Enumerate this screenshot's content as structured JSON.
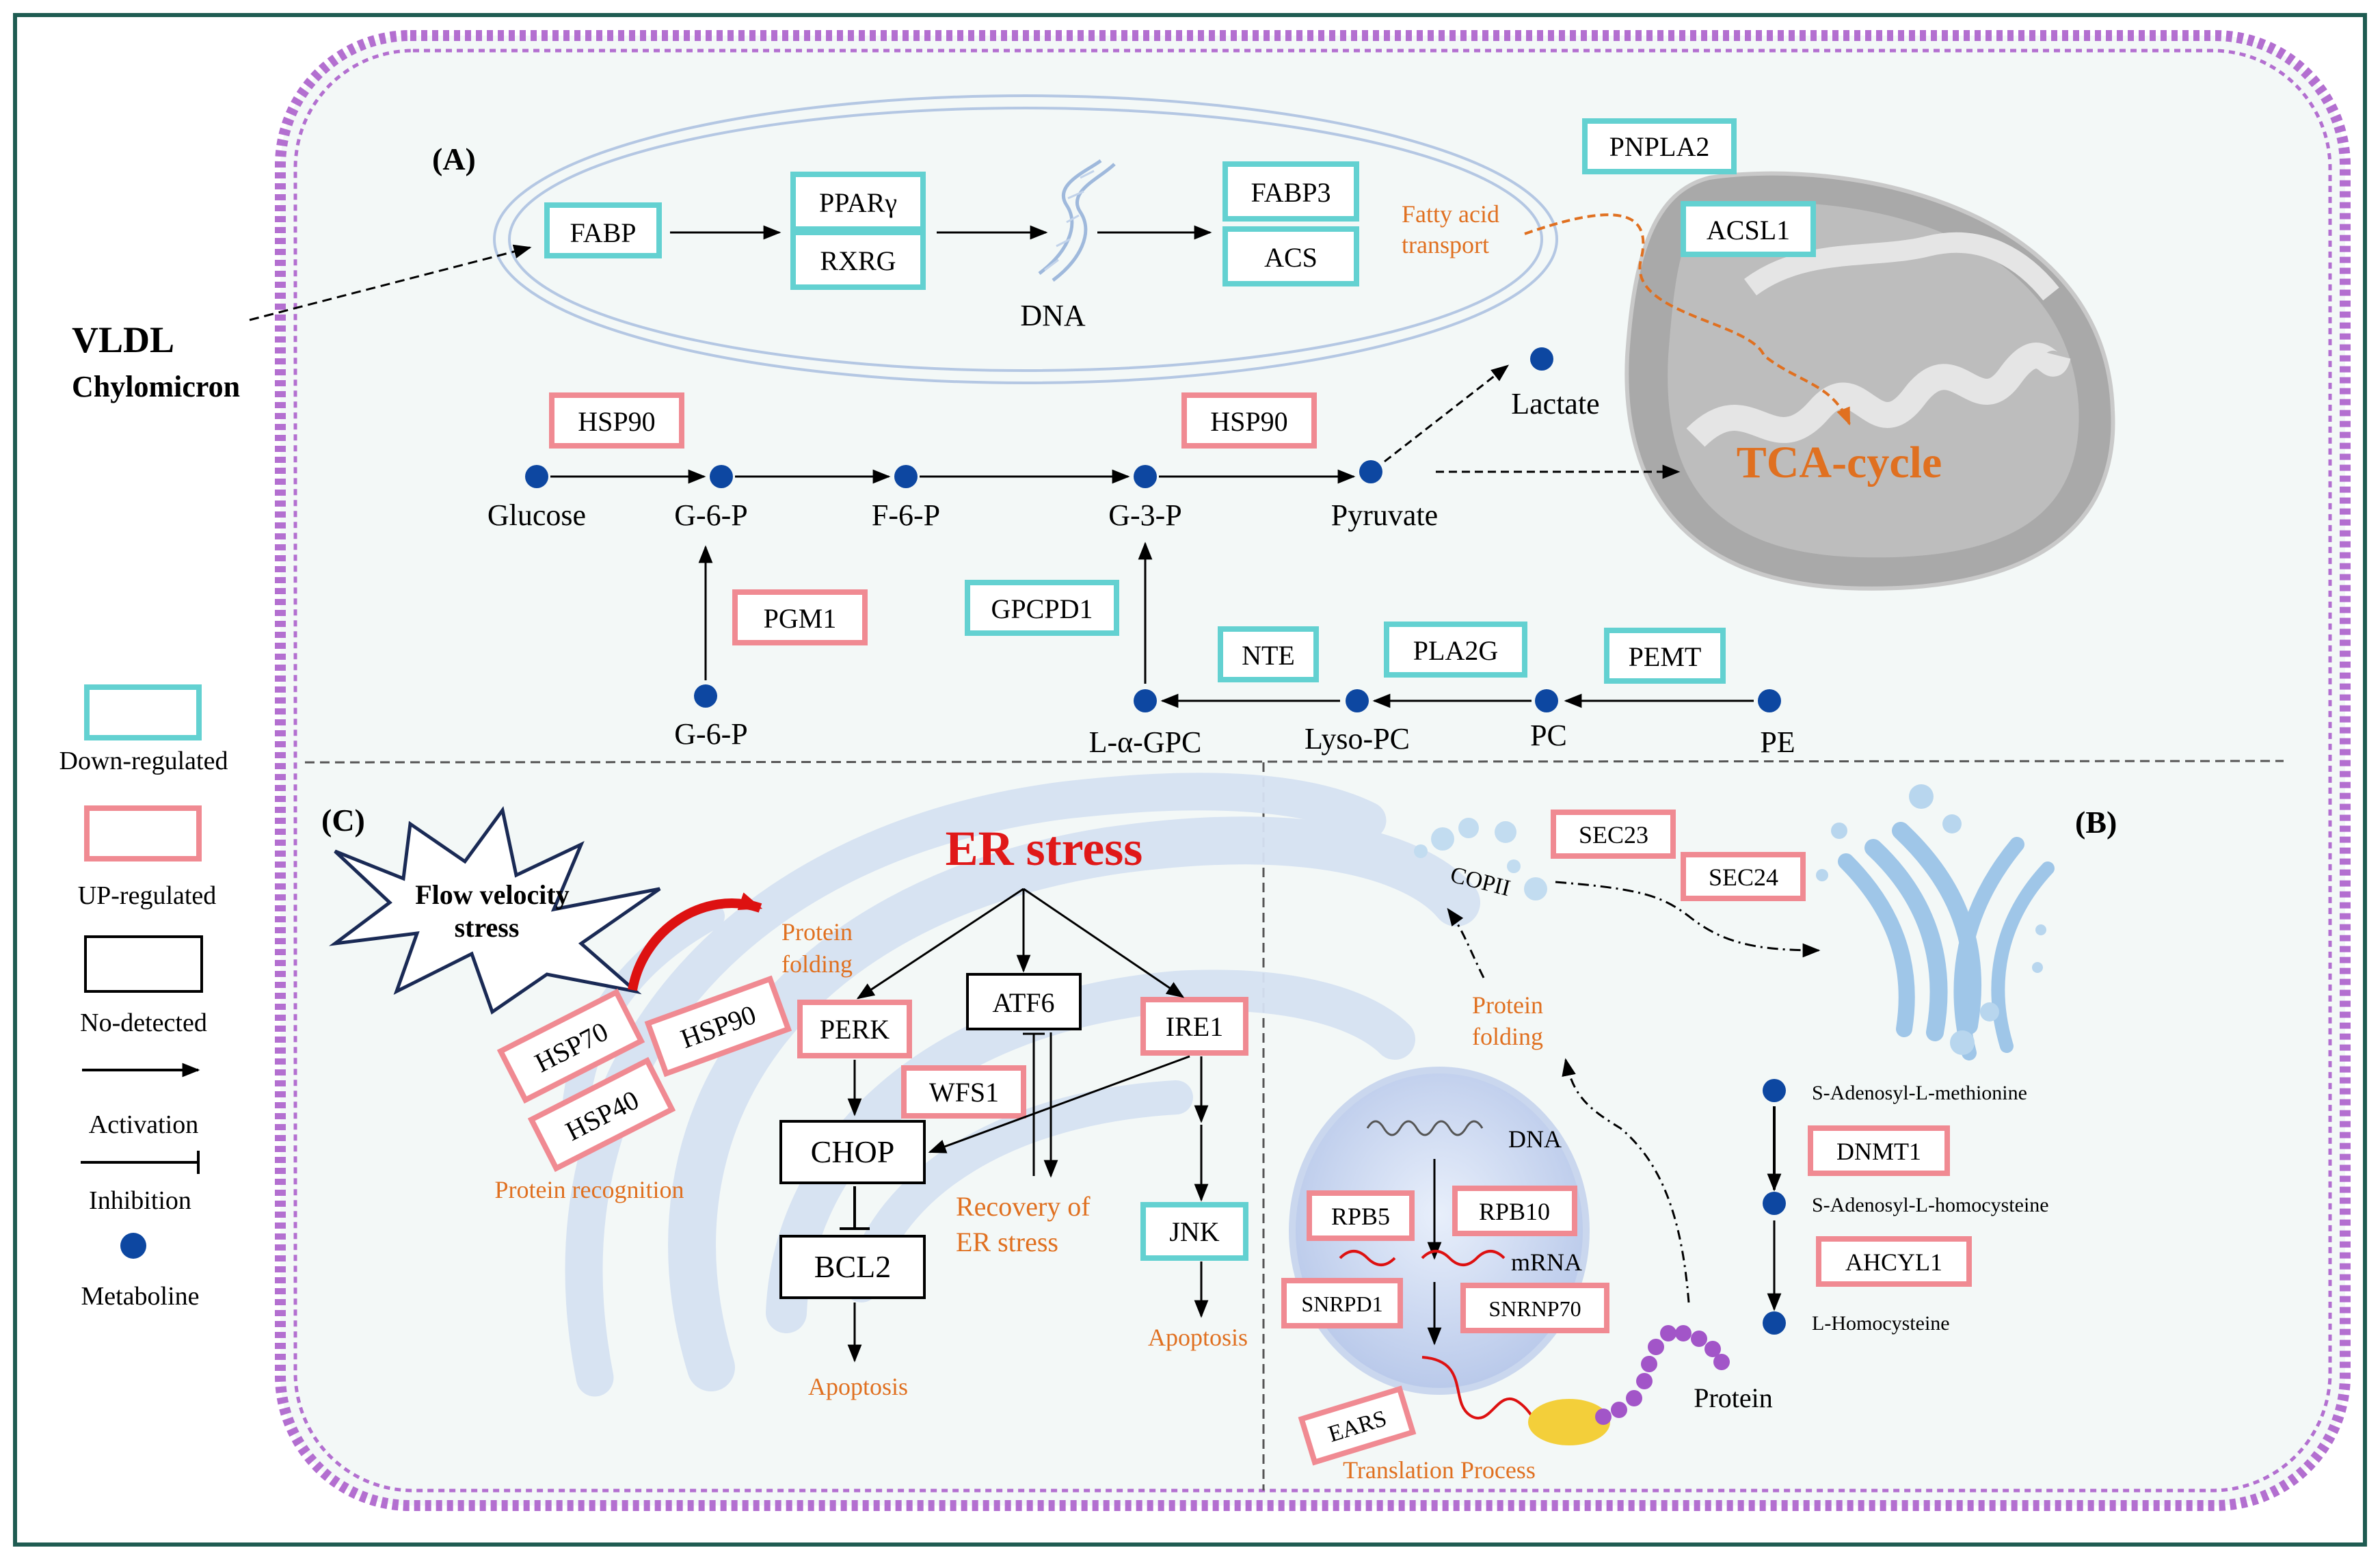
{
  "colors": {
    "frame": "#1f5c52",
    "membrane": "#b36fd0",
    "background": "#f3f8f7",
    "down": "#63d1d1",
    "up": "#f08a92",
    "metabolite": "#0d47a1",
    "orange": "#e07020",
    "red": "#e01818"
  },
  "section_labels": {
    "a": "(A)",
    "b": "(B)",
    "c": "(C)"
  },
  "inputs": {
    "vldl": "VLDL",
    "chylomicron": "Chylomicron"
  },
  "nucleus_a": {
    "fabp": "FABP",
    "pparg": "PPARγ",
    "rxrg": "RXRG",
    "dna": "DNA",
    "fabp3": "FABP3",
    "acs": "ACS",
    "fatty_acid_transport_1": "Fatty acid",
    "fatty_acid_transport_2": "transport"
  },
  "mito": {
    "pnpla2": "PNPLA2",
    "acsl1": "ACSL1",
    "tca": "TCA-cycle"
  },
  "glycolysis": {
    "hsp90_a": "HSP90",
    "hsp90_b": "HSP90",
    "glucose": "Glucose",
    "g6p": "G-6-P",
    "f6p": "F-6-P",
    "g3p": "G-3-P",
    "pyruvate": "Pyruvate",
    "lactate": "Lactate",
    "pgm1": "PGM1",
    "g6p_lower": "G-6-P",
    "gpcpd1": "GPCPD1",
    "nte": "NTE",
    "pla2g": "PLA2G",
    "pemt": "PEMT",
    "lgpc": "L-α-GPC",
    "lysopc": "Lyso-PC",
    "pc": "PC",
    "pe": "PE"
  },
  "legend": {
    "down": "Down-regulated",
    "up": "UP-regulated",
    "nodetected": "No-detected",
    "activation": "Activation",
    "inhibition": "Inhibition",
    "metabolite": "Metaboline"
  },
  "panel_c": {
    "er_stress": "ER stress",
    "flow_1": "Flow velocity",
    "flow_2": "stress",
    "hsp70": "HSP70",
    "hsp40": "HSP40",
    "hsp90": "HSP90",
    "protein_recognition": "Protein recognition",
    "protein_folding_1": "Protein",
    "protein_folding_2": "folding",
    "perk": "PERK",
    "atf6": "ATF6",
    "ire1": "IRE1",
    "wfs1": "WFS1",
    "chop": "CHOP",
    "bcl2": "BCL2",
    "jnk": "JNK",
    "apoptosis_1": "Apoptosis",
    "apoptosis_2": "Apoptosis",
    "recovery_1": "Recovery of",
    "recovery_2": "ER stress"
  },
  "panel_b": {
    "sec23": "SEC23",
    "sec24": "SEC24",
    "copii": "COPII",
    "protein_folding_1": "Protein",
    "protein_folding_2": "folding",
    "dna": "DNA",
    "rpb5": "RPB5",
    "rpb10": "RPB10",
    "mrna": "mRNA",
    "snrpd1": "SNRPD1",
    "snrnp70": "SNRNP70",
    "ears": "EARS",
    "protein": "Protein",
    "translation": "Translation Process",
    "sam": "S-Adenosyl-L-methionine",
    "dnmt1": "DNMT1",
    "sah": "S-Adenosyl-L-homocysteine",
    "ahcyl1": "AHCYL1",
    "hcy": "L-Homocysteine"
  }
}
